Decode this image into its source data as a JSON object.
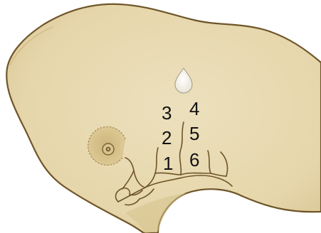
{
  "diagram": {
    "labels": {
      "l1": "1",
      "l2": "2",
      "l3": "3",
      "l4": "4",
      "l5": "5",
      "l6": "6"
    },
    "colors": {
      "tissue_fill": "#e8dab2",
      "tissue_shade": "#d9c693",
      "outline": "#6e5528",
      "ink": "#111111"
    }
  }
}
